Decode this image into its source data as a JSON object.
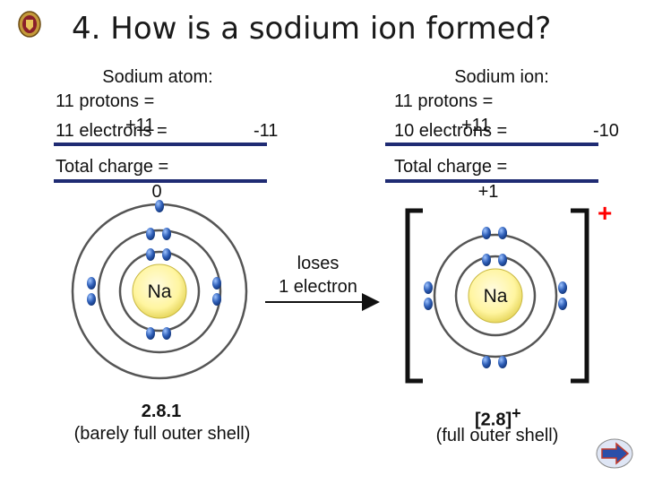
{
  "slide": {
    "title": "4. How is a sodium ion formed?"
  },
  "atom": {
    "heading": "Sodium atom:",
    "protons": "11 protons   =",
    "protons_charge": "+11",
    "electrons": "11 electrons  =",
    "electrons_charge": "-11",
    "total": "Total charge   =",
    "total_value": "0",
    "symbol": "Na",
    "config": "2.8.1",
    "note": "(barely full outer shell)"
  },
  "arrow": {
    "line1": "loses",
    "line2": "1 electron"
  },
  "ion": {
    "heading": "Sodium ion:",
    "protons": "11 protons   =",
    "protons_charge": "+11",
    "electrons": "10 electrons  =",
    "electrons_charge": "-10",
    "total": "Total charge   =",
    "total_value": "+1",
    "symbol": "Na",
    "config": "[2.8]",
    "config_charge": "+",
    "note": "(full outer shell)",
    "bracket_charge": "+"
  },
  "colors": {
    "rule": "#1f2b73",
    "nucleus": "#fff6a0",
    "electron": "#2f5fb8",
    "shell": "#444444",
    "charge": "#ff0000",
    "nav": "#2a4fa8"
  },
  "icons": {
    "logo": "crest-logo-icon",
    "nav": "next-arrow-icon"
  }
}
